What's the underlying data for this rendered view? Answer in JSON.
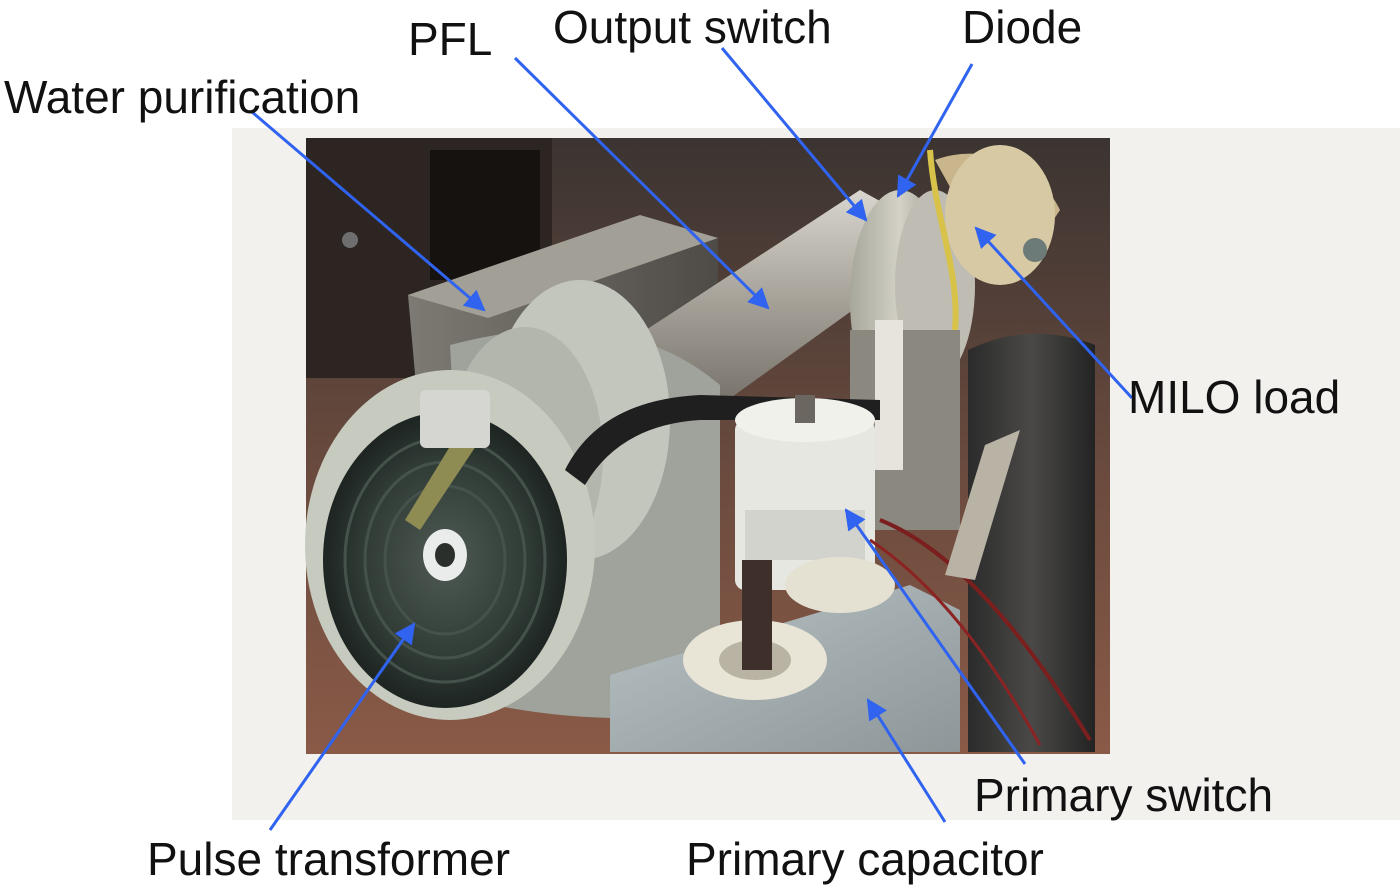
{
  "labels": {
    "water_purification": "Water purification",
    "pfl": "PFL",
    "output_switch": "Output switch",
    "diode": "Diode",
    "milo_load": "MILO load",
    "primary_switch": "Primary switch",
    "pulse_transformer": "Pulse transformer",
    "primary_capacitor": "Primary capacitor"
  },
  "colors": {
    "arrow": "#2f63f0",
    "label_text": "#111111",
    "background": "#ffffff"
  }
}
